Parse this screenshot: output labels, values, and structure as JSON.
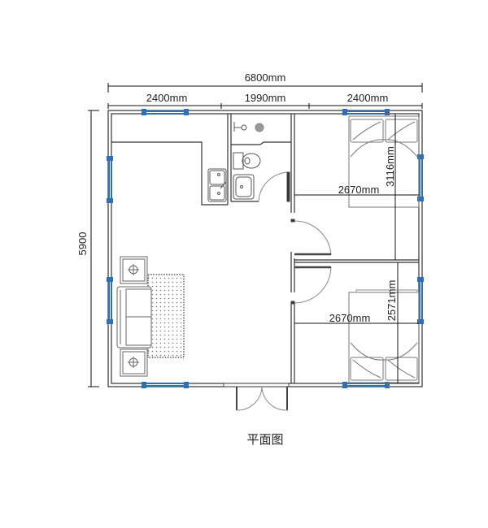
{
  "plan": {
    "caption": "平面图",
    "overall_width": "6800mm",
    "overall_height": "5900",
    "segments": [
      "2400mm",
      "1990mm",
      "2400mm"
    ],
    "bedroom1": {
      "width": "2670mm",
      "depth": "3116mm"
    },
    "bedroom2": {
      "width": "2670mm",
      "depth": "2571mm"
    }
  },
  "colors": {
    "wall": "#333333",
    "window": "#2e6fb5",
    "furniture": "#777777",
    "dim_line": "#111111"
  },
  "rooms": [
    "living-room",
    "kitchen",
    "bathroom",
    "bedroom-1",
    "bedroom-2"
  ]
}
